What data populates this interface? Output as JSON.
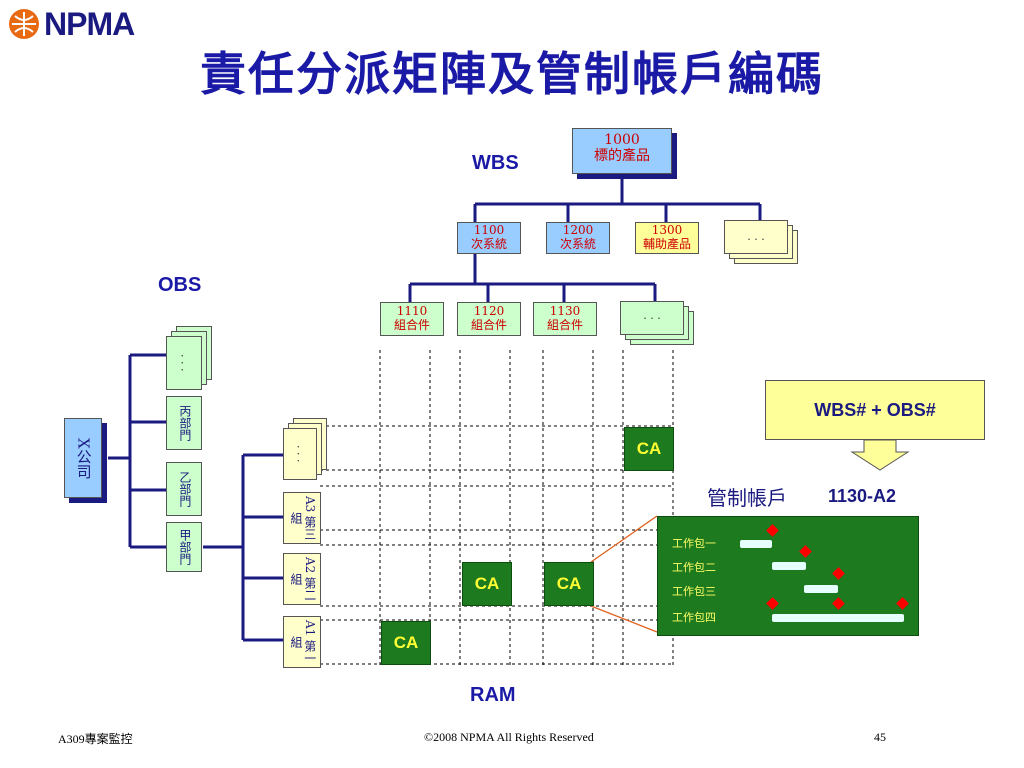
{
  "header": {
    "logo_text": "NPMA",
    "title": "責任分派矩陣及管制帳戶編碼"
  },
  "labels": {
    "wbs": "WBS",
    "obs": "OBS",
    "ram": "RAM"
  },
  "wbs": {
    "root": {
      "code": "1000",
      "name": "標的產品"
    },
    "level2": [
      {
        "code": "1100",
        "name": "次系統"
      },
      {
        "code": "1200",
        "name": "次系統"
      },
      {
        "code": "1300",
        "name": "輔助產品"
      },
      {
        "code": "",
        "name": ". . ."
      }
    ],
    "level3": [
      {
        "code": "1110",
        "name": "組合件"
      },
      {
        "code": "1120",
        "name": "組合件"
      },
      {
        "code": "1130",
        "name": "組合件"
      },
      {
        "code": "",
        "name": ". . ."
      }
    ]
  },
  "obs": {
    "root": "X公司",
    "departments": [
      ". . .",
      "丙部門",
      "乙部門",
      "甲部門"
    ],
    "groups": [
      ". . .",
      "A3 第三組",
      "A2 第二組",
      "A1 第一組"
    ]
  },
  "ram": {
    "cell_label": "CA"
  },
  "formula": "WBS# + OBS#",
  "control_account": {
    "label": "管制帳戶",
    "code": "1130-A2"
  },
  "work_packages": [
    "工作包一",
    "工作包二",
    "工作包三",
    "工作包四"
  ],
  "footer": {
    "course": "A309專案監控",
    "copyright": "©2008 NPMA  All Rights Reserved",
    "page": "45"
  },
  "colors": {
    "title": "#1a1aa6",
    "ca_fill": "#1e7a1e",
    "ca_text": "#ffff33",
    "milestone": "#ff0000"
  }
}
